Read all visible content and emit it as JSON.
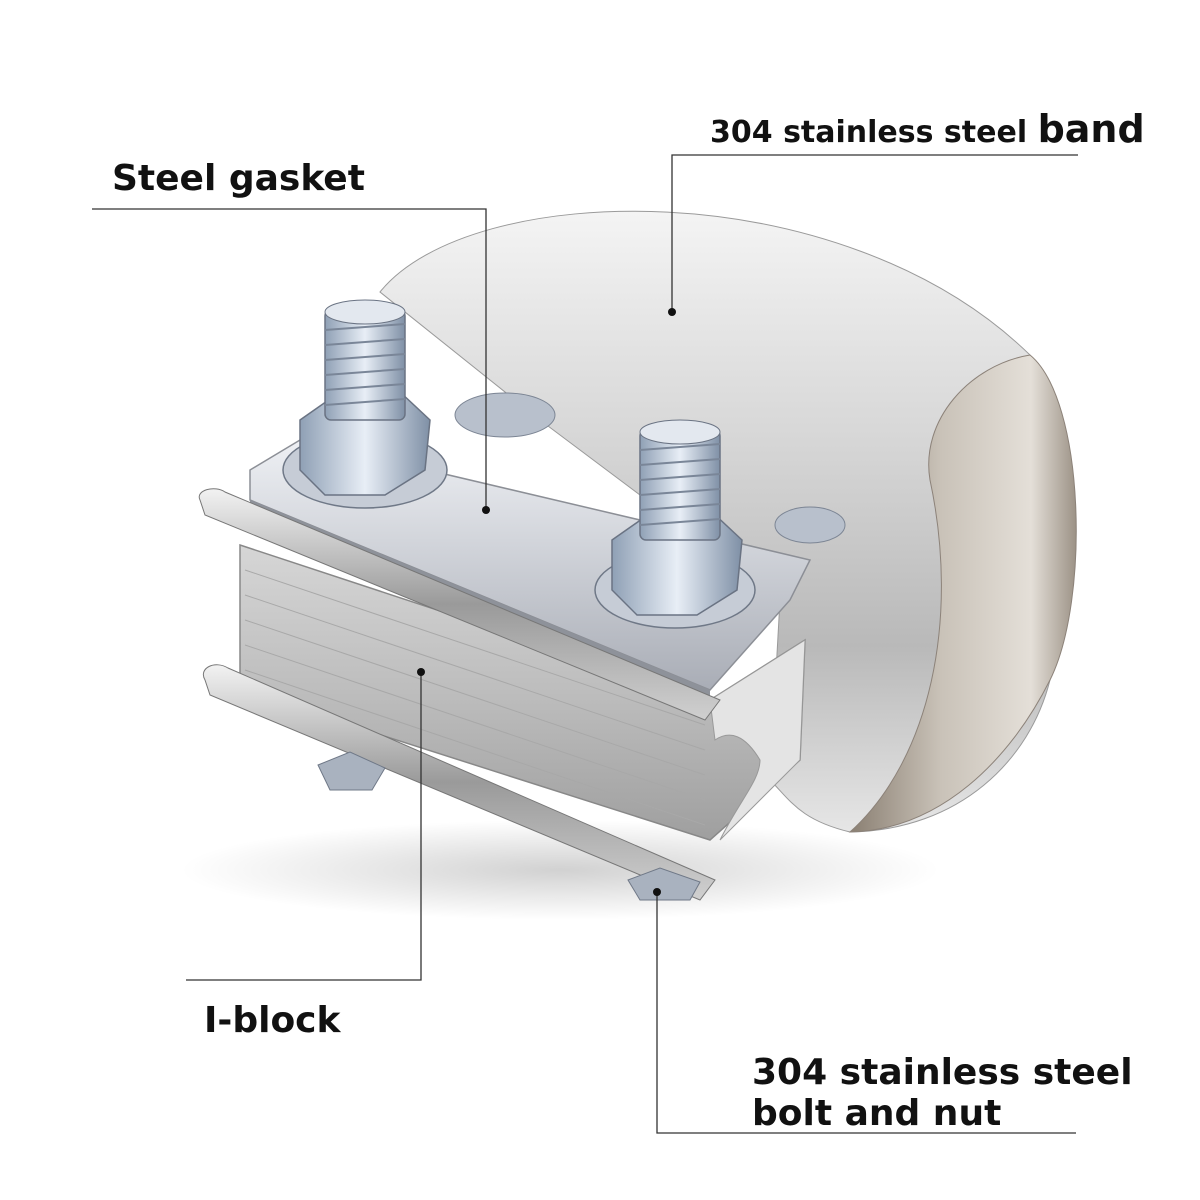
{
  "labels": {
    "band_part1": "304 stainless steel",
    "band_part2": "band",
    "gasket": "Steel gasket",
    "iblock": "I-block",
    "bolt_line1": "304 stainless steel",
    "bolt_line2": "bolt and nut"
  },
  "colors": {
    "background": "#ffffff",
    "text": "#111111",
    "leader_line": "#333333"
  }
}
